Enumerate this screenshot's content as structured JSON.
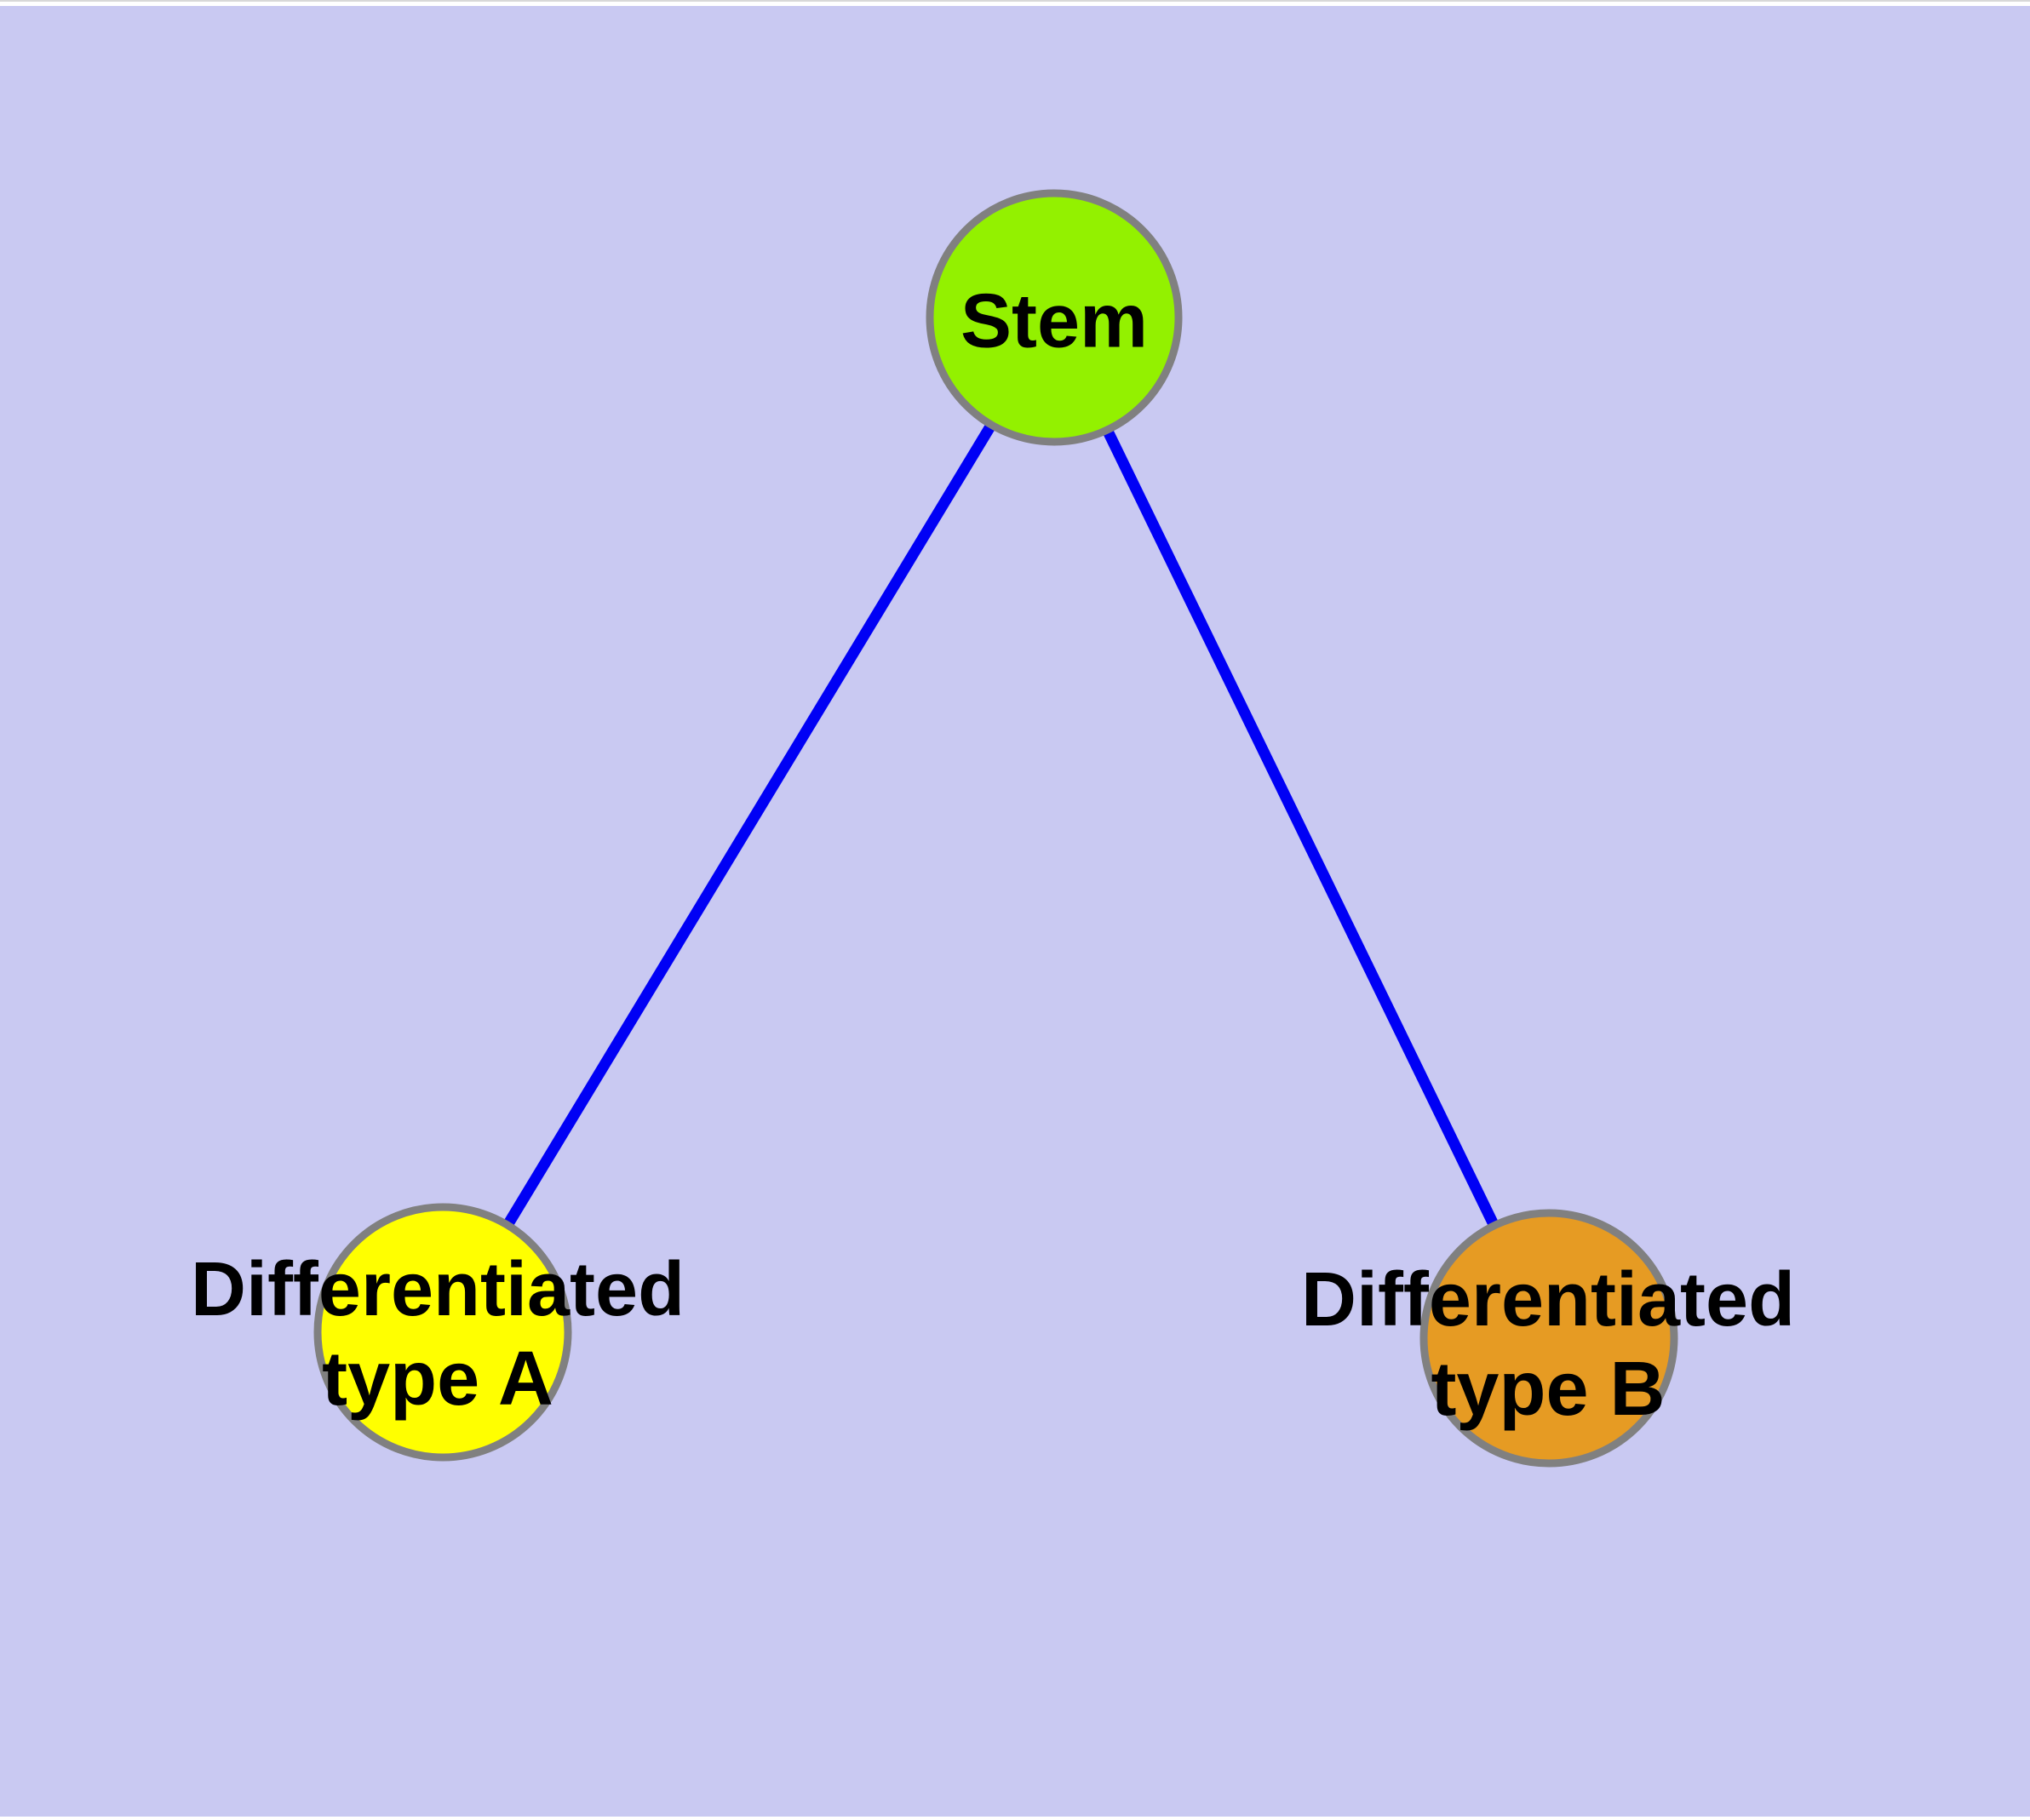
{
  "diagram": {
    "type": "graph",
    "background_color": "#c9c9f2",
    "page_background_color": "#ffffff",
    "top_hairline_color": "#d8d8d8",
    "edge_color": "#0000f5",
    "node_border_color": "#808080",
    "text_color": "#000000",
    "nodes": [
      {
        "id": "stem",
        "label": "Stem",
        "lines": [
          "Stem"
        ],
        "fill": "#93f100"
      },
      {
        "id": "differentiated-type-a",
        "label": "Differentiated type A",
        "lines": [
          "Differentiated",
          "type A"
        ],
        "fill": "#ffff00"
      },
      {
        "id": "differentiated-type-b",
        "label": "Differentiated type B",
        "lines": [
          "Differentiated",
          "type B"
        ],
        "fill": "#e69b23"
      }
    ],
    "edges": [
      {
        "from": "Stem",
        "to": "Differentiated type A"
      },
      {
        "from": "Stem",
        "to": "Differentiated type B"
      }
    ]
  }
}
